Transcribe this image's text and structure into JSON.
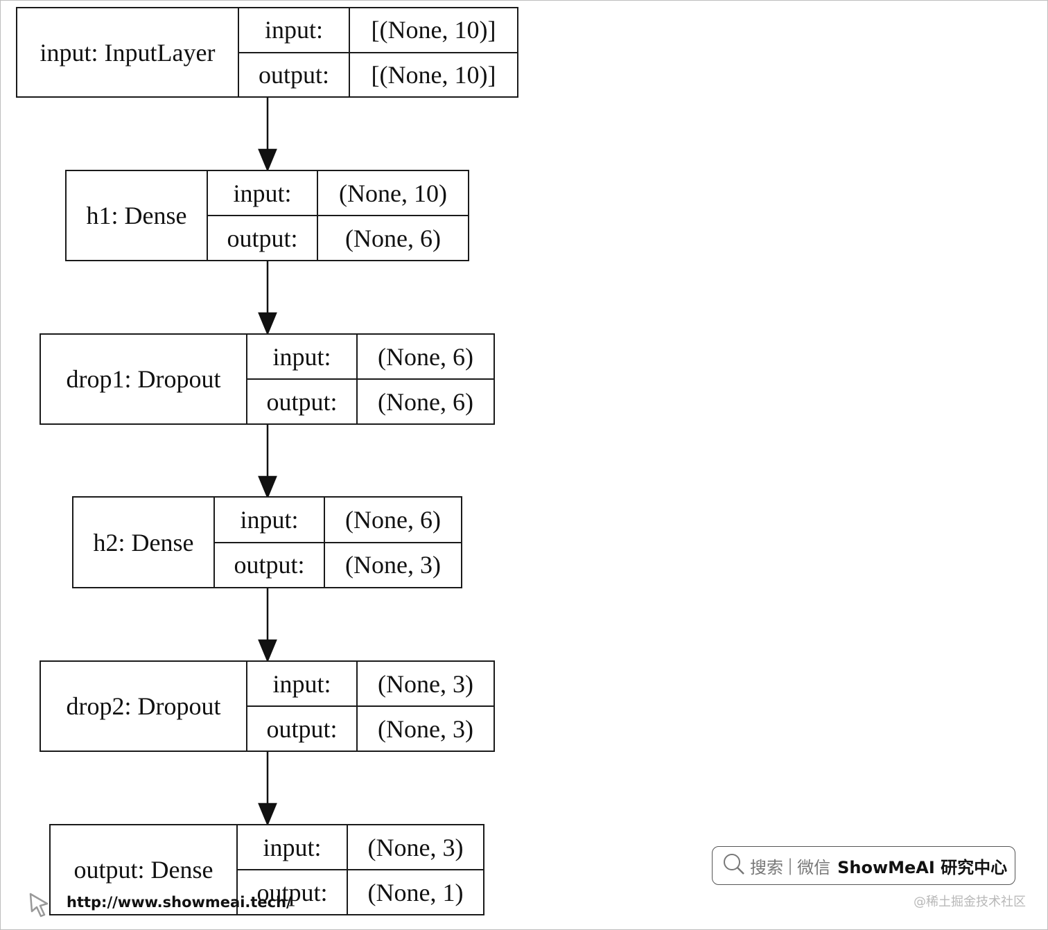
{
  "layers": [
    {
      "name": "input: InputLayer",
      "input_label": "input:",
      "output_label": "output:",
      "input_shape": "[(None, 10)]",
      "output_shape": "[(None, 10)]"
    },
    {
      "name": "h1: Dense",
      "input_label": "input:",
      "output_label": "output:",
      "input_shape": "(None, 10)",
      "output_shape": "(None, 6)"
    },
    {
      "name": "drop1: Dropout",
      "input_label": "input:",
      "output_label": "output:",
      "input_shape": "(None, 6)",
      "output_shape": "(None, 6)"
    },
    {
      "name": "h2: Dense",
      "input_label": "input:",
      "output_label": "output:",
      "input_shape": "(None, 6)",
      "output_shape": "(None, 3)"
    },
    {
      "name": "drop2: Dropout",
      "input_label": "input:",
      "output_label": "output:",
      "input_shape": "(None, 3)",
      "output_shape": "(None, 3)"
    },
    {
      "name": "output: Dense",
      "input_label": "input:",
      "output_label": "output:",
      "input_shape": "(None, 3)",
      "output_shape": "(None, 1)"
    }
  ],
  "watermark": {
    "search_text": "搜索",
    "separator": "|",
    "wechat_text": "微信",
    "brand": "ShowMeAI 研究中心",
    "url": "http://www.showmeai.tech/",
    "juejin": "@稀土掘金技术社区"
  }
}
